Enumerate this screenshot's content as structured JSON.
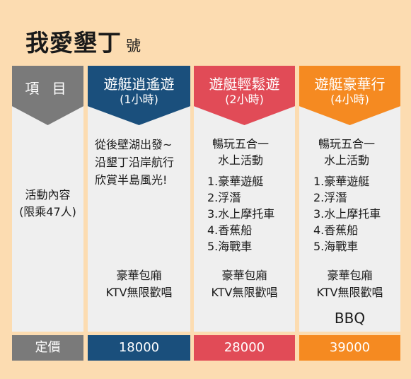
{
  "title": {
    "main": "我愛墾丁",
    "suffix": "號"
  },
  "header": {
    "item": "項 目",
    "plan1": {
      "name": "遊艇逍遙遊",
      "duration": "(1小時)"
    },
    "plan2": {
      "name": "遊艇輕鬆遊",
      "duration": "(2小時)"
    },
    "plan3": {
      "name": "遊艇豪華行",
      "duration": "(4小時)"
    }
  },
  "rowlabel": {
    "line1": "活動內容",
    "line2": "(限乘47人)"
  },
  "plan1_content": {
    "l1": "從後壁湖出發~",
    "l2": "沿墾丁沿岸航行",
    "l3": "欣賞半島風光!"
  },
  "plan2_content": {
    "intro1": "暢玩五合一",
    "intro2": "水上活動",
    "items": [
      "1.豪華遊艇",
      "2.浮潛",
      "3.水上摩托車",
      "4.香蕉船",
      "5.海戰車"
    ]
  },
  "plan3_content": {
    "intro1": "暢玩五合一",
    "intro2": "水上活動",
    "items": [
      "1.豪華遊艇",
      "2.浮潛",
      "3.水上摩托車",
      "4.香蕉船",
      "5.海戰車"
    ]
  },
  "extras": {
    "p1_a": "豪華包廂",
    "p1_b": "KTV無限歡唱",
    "p2_a": "豪華包廂",
    "p2_b": "KTV無限歡唱",
    "p3_a": "豪華包廂",
    "p3_b": "KTV無限歡唱",
    "p3_c": "BBQ"
  },
  "price": {
    "label": "定價",
    "plan1": "18000",
    "plan2": "28000",
    "plan3": "39000"
  },
  "colors": {
    "gray": "#7a7a7a",
    "navy": "#1a4f7c",
    "red": "#e14b57",
    "orange": "#f58a21"
  }
}
